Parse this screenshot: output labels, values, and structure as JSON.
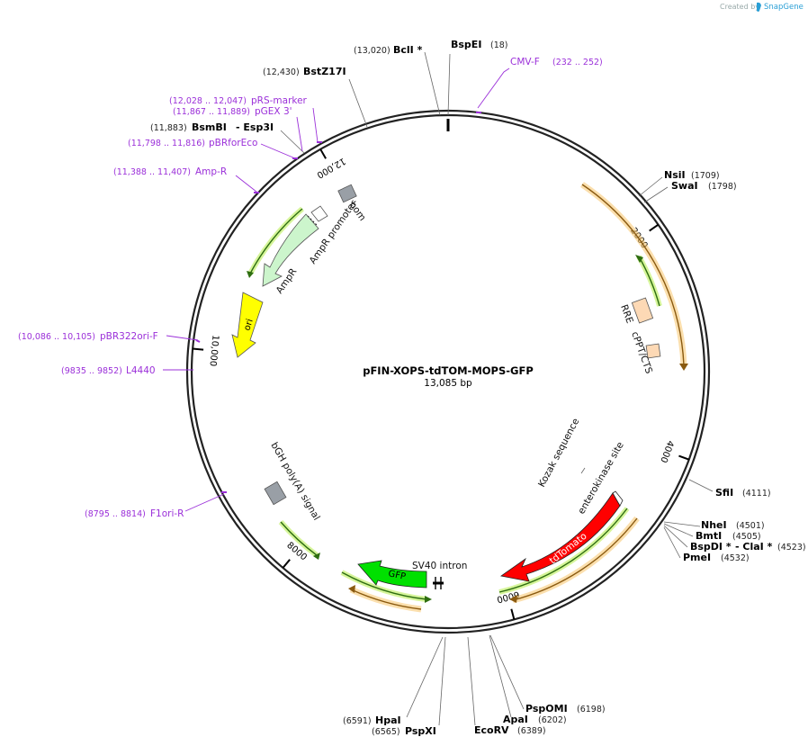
{
  "brand": {
    "created_by": "Created by",
    "name": "SnapGene",
    "color": "#2a9fd6"
  },
  "plasmid": {
    "name": "pFIN-XOPS-tdTOM-MOPS-GFP",
    "length_label": "13,085 bp",
    "length": 13085
  },
  "ticks": [
    {
      "label": "2000",
      "bp": 2000
    },
    {
      "label": "4000",
      "bp": 4000
    },
    {
      "label": "6000",
      "bp": 6000
    },
    {
      "label": "8000",
      "bp": 8000
    },
    {
      "label": "10,000",
      "bp": 10000
    },
    {
      "label": "12,000",
      "bp": 12000
    }
  ],
  "sites": [
    {
      "id": "bspei",
      "name": "BspEI",
      "pos": "(18)",
      "bp": 18
    },
    {
      "id": "bcli",
      "name": "BclI *",
      "pos": "(13,020)",
      "bp": 13020
    },
    {
      "id": "bstz17i",
      "name": "BstZ17I",
      "pos": "(12,430)",
      "bp": 12430
    },
    {
      "id": "bsmbi",
      "name": "BsmBI",
      "extra": "- Esp3I",
      "pos": "(11,883)",
      "bp": 11883
    },
    {
      "id": "nsii",
      "name": "NsiI",
      "pos": "(1709)",
      "bp": 1709
    },
    {
      "id": "swai",
      "name": "SwaI",
      "pos": "(1798)",
      "bp": 1798
    },
    {
      "id": "sfii",
      "name": "SfiI",
      "pos": "(4111)",
      "bp": 4111
    },
    {
      "id": "nhei",
      "name": "NheI",
      "pos": "(4501)",
      "bp": 4501
    },
    {
      "id": "bmti",
      "name": "BmtI",
      "pos": "(4505)",
      "bp": 4505
    },
    {
      "id": "bspdi",
      "name": "BspDI *",
      "extra": "- ClaI *",
      "pos": "(4523)",
      "bp": 4523
    },
    {
      "id": "pmei",
      "name": "PmeI",
      "pos": "(4532)",
      "bp": 4532
    },
    {
      "id": "pspomi",
      "name": "PspOMI",
      "pos": "(6198)",
      "bp": 6198
    },
    {
      "id": "apai",
      "name": "ApaI",
      "pos": "(6202)",
      "bp": 6202
    },
    {
      "id": "ecorv",
      "name": "EcoRV",
      "pos": "(6389)",
      "bp": 6389
    },
    {
      "id": "hpai",
      "name": "HpaI",
      "pos": "(6591)",
      "bp": 6591
    },
    {
      "id": "pspxi",
      "name": "PspXI",
      "pos": "(6565)",
      "bp": 6565
    }
  ],
  "primers": [
    {
      "id": "cmvf",
      "name": "CMV-F",
      "pos": "(232 .. 252)",
      "bp": 242
    },
    {
      "id": "rsmarker",
      "name": "pRS-marker",
      "pos": "(12,028 .. 12,047)",
      "bp": 12037
    },
    {
      "id": "gex3",
      "name": "pGEX 3'",
      "pos": "(11,867 .. 11,889)",
      "bp": 11878
    },
    {
      "id": "pbrforeco",
      "name": "pBRforEco",
      "pos": "(11,798 .. 11,816)",
      "bp": 11807
    },
    {
      "id": "ampr",
      "name": "Amp-R",
      "pos": "(11,388 .. 11,407)",
      "bp": 11397
    },
    {
      "id": "pbr322",
      "name": "pBR322ori-F",
      "pos": "(10,086 .. 10,105)",
      "bp": 10095
    },
    {
      "id": "l4440",
      "name": "L4440",
      "pos": "(9835 .. 9852)",
      "bp": 9843
    },
    {
      "id": "f1ori",
      "name": "F1ori-R",
      "pos": "(8795 .. 8814)",
      "bp": 8804
    }
  ],
  "features": [
    {
      "id": "rre",
      "name": "RRE"
    },
    {
      "id": "cppt",
      "name": "cPPT/CTS"
    },
    {
      "id": "kozak",
      "name": "Kozak sequence"
    },
    {
      "id": "enterokinase",
      "name": "enterokinase site"
    },
    {
      "id": "tdtomato",
      "name": "tdTomato",
      "color": "#ff0000"
    },
    {
      "id": "sv40",
      "name": "SV40 intron"
    },
    {
      "id": "gfp",
      "name": "GFP",
      "color": "#00e000"
    },
    {
      "id": "bgh",
      "name": "bGH poly(A) signal"
    },
    {
      "id": "ori",
      "name": "ori",
      "color": "#ffff00"
    },
    {
      "id": "amprgene",
      "name": "AmpR",
      "color": "#ccf5cc"
    },
    {
      "id": "amprpromoter",
      "name": "AmpR promoter"
    },
    {
      "id": "bom",
      "name": "bom"
    }
  ]
}
